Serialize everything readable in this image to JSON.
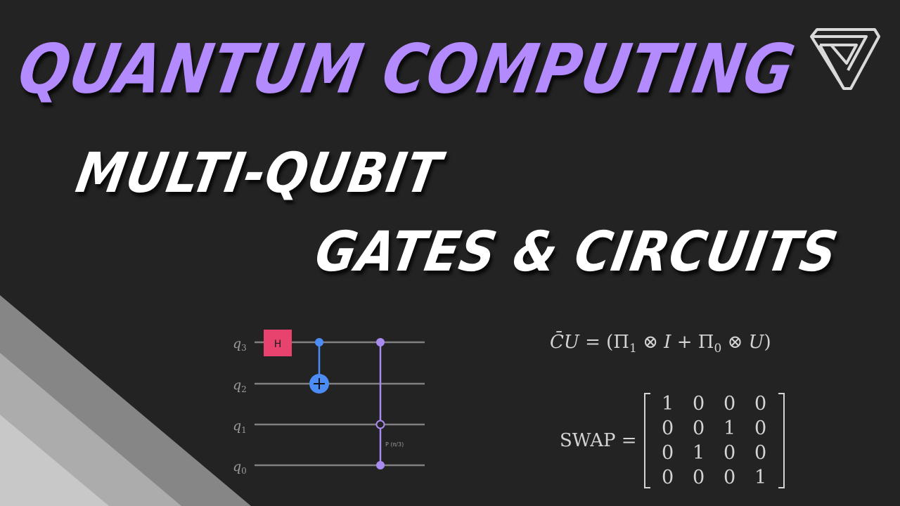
{
  "titles": {
    "line1": "QUANTUM COMPUTING",
    "line2": "MULTI-QUBIT",
    "line3": "GATES & CIRCUITS"
  },
  "colors": {
    "background": "#232323",
    "title_accent": "#b38bff",
    "title_secondary": "#ffffff",
    "h_gate": "#e8426f",
    "cnot": "#4c8cf5",
    "phase_gate": "#a98af0",
    "wire": "#808080",
    "stripe_dark": "#868686",
    "stripe_mid": "#acacac",
    "stripe_light": "#c8c8c8"
  },
  "logo": {
    "icon": "impossible-triangle-icon"
  },
  "circuit": {
    "qubits": [
      {
        "label": "q",
        "index": "3"
      },
      {
        "label": "q",
        "index": "2"
      },
      {
        "label": "q",
        "index": "1"
      },
      {
        "label": "q",
        "index": "0"
      }
    ],
    "gates": [
      {
        "type": "H",
        "label": "H",
        "target": "q3"
      },
      {
        "type": "CNOT",
        "control": "q3",
        "target": "q2"
      },
      {
        "type": "controlled-phase",
        "label": "P (π/3)",
        "controls": [
          "q3",
          "q1 (open)",
          "q0"
        ]
      }
    ]
  },
  "formula": {
    "lhs": "C̄U",
    "eq": "=",
    "rhs_open": "(",
    "pi1": "Π",
    "sub1": "1",
    "otimes1": "⊗",
    "I": "I",
    "plus": "+",
    "pi0": "Π",
    "sub0": "0",
    "otimes2": "⊗",
    "U": "U",
    "rhs_close": ")"
  },
  "swap": {
    "label": "SWAP =",
    "matrix": [
      [
        "1",
        "0",
        "0",
        "0"
      ],
      [
        "0",
        "0",
        "1",
        "0"
      ],
      [
        "0",
        "1",
        "0",
        "0"
      ],
      [
        "0",
        "0",
        "0",
        "1"
      ]
    ]
  }
}
